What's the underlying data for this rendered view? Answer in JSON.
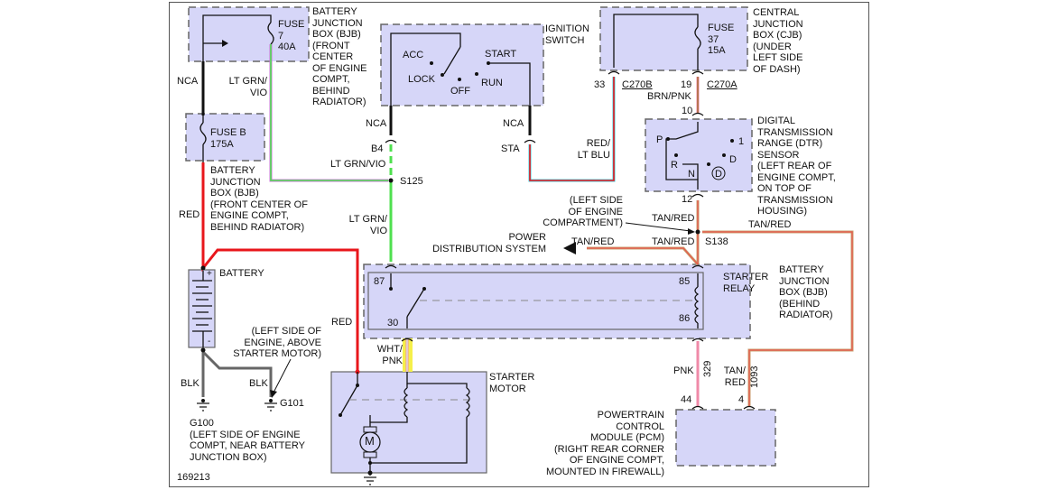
{
  "diagram": {
    "id_label": "169213",
    "components": {
      "bjb_top": {
        "lines": [
          "BATTERY",
          "JUNCTION",
          "BOX (BJB)",
          "(FRONT",
          "CENTER",
          "OF ENGINE",
          "COMPT,",
          "BEHIND",
          "RADIATOR)"
        ],
        "fuse": [
          "FUSE",
          "7",
          "40A"
        ]
      },
      "ignition_switch": {
        "title": [
          "IGNITION",
          "SWITCH"
        ],
        "positions": [
          "ACC",
          "LOCK",
          "OFF",
          "RUN",
          "START"
        ]
      },
      "cjb": {
        "lines": [
          "CENTRAL",
          "JUNCTION",
          "BOX (CJB)",
          "(UNDER",
          "LEFT SIDE",
          "OF DASH)"
        ],
        "fuse": [
          "FUSE",
          "37",
          "15A"
        ]
      },
      "fuse_b": {
        "lines": [
          "FUSE B",
          "175A"
        ]
      },
      "bjb_left": {
        "lines": [
          "BATTERY",
          "JUNCTION",
          "BOX (BJB)",
          "(FRONT CENTER OF",
          "ENGINE COMPT,",
          "BEHIND RADIATOR)"
        ]
      },
      "dtr_sensor": {
        "lines": [
          "DIGITAL",
          "TRANSMISSION",
          "RANGE (DTR)",
          "SENSOR",
          "(LEFT REAR OF",
          "ENGINE COMPT,",
          "ON TOP OF",
          "TRANSMISSION",
          "HOUSING)"
        ],
        "positions": [
          "P",
          "R",
          "N",
          "D",
          "1",
          "D"
        ]
      },
      "starter_relay": {
        "title": [
          "STARTER",
          "RELAY"
        ],
        "pins": [
          "87",
          "30",
          "85",
          "86"
        ]
      },
      "bjb_relay": {
        "lines": [
          "BATTERY",
          "JUNCTION",
          "BOX (BJB)",
          "(BEHIND",
          "RADIATOR)"
        ]
      },
      "battery": {
        "label": "BATTERY",
        "plus": "+",
        "minus": "-"
      },
      "starter_motor": {
        "lines": [
          "STARTER",
          "MOTOR"
        ],
        "motor": "M"
      },
      "pcm": {
        "lines": [
          "POWERTRAIN",
          "CONTROL",
          "MODULE (PCM)",
          "(RIGHT REAR CORNER",
          "OF ENGINE COMPT,",
          "MOUNTED IN FIREWALL)"
        ]
      },
      "g100": {
        "lines": [
          "G100",
          "(LEFT SIDE OF ENGINE",
          "COMPT, NEAR BATTERY",
          "JUNCTION BOX)"
        ]
      },
      "g101": {
        "label": "G101",
        "note": [
          "(LEFT SIDE OF",
          "ENGINE, ABOVE",
          "STARTER MOTOR)"
        ]
      },
      "s138_note": [
        "(LEFT SIDE",
        "OF ENGINE",
        "COMPARTMENT)"
      ],
      "power_dist": [
        "POWER",
        "DISTRIBUTION SYSTEM"
      ]
    },
    "connectors": {
      "b4": "B4",
      "sta": "STA",
      "c270b_pin": "33",
      "c270b": "C270B",
      "c270a_pin": "19",
      "c270a": "C270A",
      "dtr_in": "10",
      "dtr_out": "12",
      "pcm_44": "44",
      "pcm_4": "4",
      "s125": "S125",
      "s138": "S138"
    },
    "wires": {
      "nca1": "NCA",
      "nca2": "NCA",
      "nca3": "NCA",
      "ltgrn_vio_a": [
        "LT GRN/",
        "VIO"
      ],
      "ltgrn_vio_b": "LT GRN/VIO",
      "ltgrn_vio_c": [
        "LT GRN/",
        "VIO"
      ],
      "red_ltblu": [
        "RED/",
        "LT BLU"
      ],
      "brn_pnk": "BRN/PNK",
      "tan_red_1": "TAN/RED",
      "tan_red_2": "TAN/RED",
      "tan_red_3": "TAN/RED",
      "tan_red_4": "TAN/RED",
      "tan_red_5": [
        "TAN/",
        "RED"
      ],
      "circuit_1093": "1093",
      "pnk": "PNK",
      "circuit_329": "329",
      "red1": "RED",
      "red2": "RED",
      "wht_pnk": [
        "WHT/",
        "PNK"
      ],
      "blk1": "BLK",
      "blk2": "BLK"
    },
    "colors": {
      "red": "#e8161b",
      "lt_grn": "#4fe04f",
      "vio": "#d070e0",
      "tan": "#c8a070",
      "pnk": "#f08aa8",
      "brn": "#a06a30",
      "black": "#111111",
      "ground": "#666666",
      "box_fill": "#d6d6f8",
      "wht_pnk_highlight": "#f5f04a"
    }
  }
}
